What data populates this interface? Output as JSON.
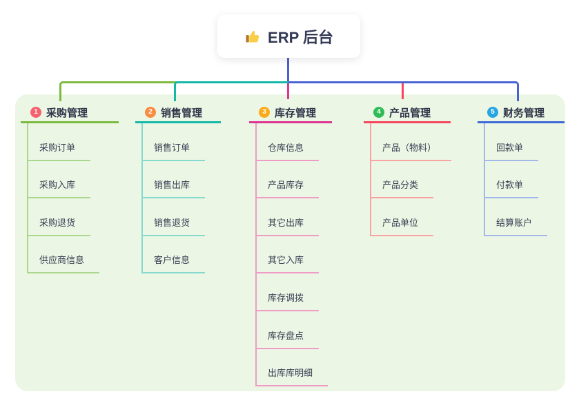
{
  "root": {
    "label": "ERP 后台",
    "icon": "thumbs-up-icon"
  },
  "colors": {
    "canvas_bg": "#ffffff",
    "panel_bg": "#ecf6e5",
    "root_text": "#333a56",
    "root_connector": "#4a5ed0"
  },
  "branches": [
    {
      "index": "1",
      "title": "采购管理",
      "badge_color": "#f5616f",
      "line_color": "#7cb93f",
      "light_line_color": "#a9d78c",
      "items": [
        "采购订单",
        "采购入库",
        "采购退货",
        "供应商信息"
      ]
    },
    {
      "index": "2",
      "title": "销售管理",
      "badge_color": "#fa8c3f",
      "line_color": "#14b8a6",
      "light_line_color": "#84dacd",
      "items": [
        "销售订单",
        "销售出库",
        "销售退货",
        "客户信息"
      ]
    },
    {
      "index": "3",
      "title": "库存管理",
      "badge_color": "#fbab19",
      "line_color": "#dd3492",
      "light_line_color": "#f09ac6",
      "items": [
        "仓库信息",
        "产品库存",
        "其它出库",
        "其它入库",
        "库存调拨",
        "库存盘点",
        "出库库明细"
      ]
    },
    {
      "index": "4",
      "title": "产品管理",
      "badge_color": "#2ebd55",
      "line_color": "#f4455c",
      "light_line_color": "#f8a2a2",
      "items": [
        "产品（物料）",
        "产品分类",
        "产品单位"
      ]
    },
    {
      "index": "5",
      "title": "财务管理",
      "badge_color": "#27a5e2",
      "line_color": "#3e68d6",
      "light_line_color": "#a2b7ea",
      "items": [
        "回款单",
        "付款单",
        "结算账户"
      ]
    }
  ]
}
